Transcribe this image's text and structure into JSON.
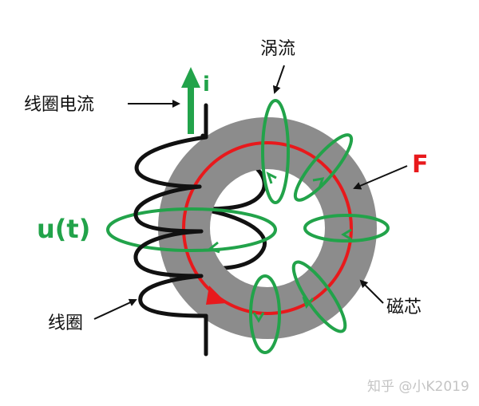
{
  "labels": {
    "eddy_current": "涡流",
    "coil_current": "线圈电流",
    "current_symbol": "i",
    "flux_symbol": "F",
    "voltage": "u(t)",
    "coil": "线圈",
    "core": "磁芯",
    "watermark": "知乎 @小K2019"
  },
  "colors": {
    "core": "#8c8c8c",
    "flux_path": "#e8191c",
    "eddy_loops": "#22a34a",
    "coil_wire": "#111111",
    "label_text": "#111111"
  },
  "icons": {
    "current_arrow": "up-arrow-icon",
    "pointer_arrow": "black-pointer-arrow-icon",
    "flux_direction": "red-arrowhead-icon"
  }
}
